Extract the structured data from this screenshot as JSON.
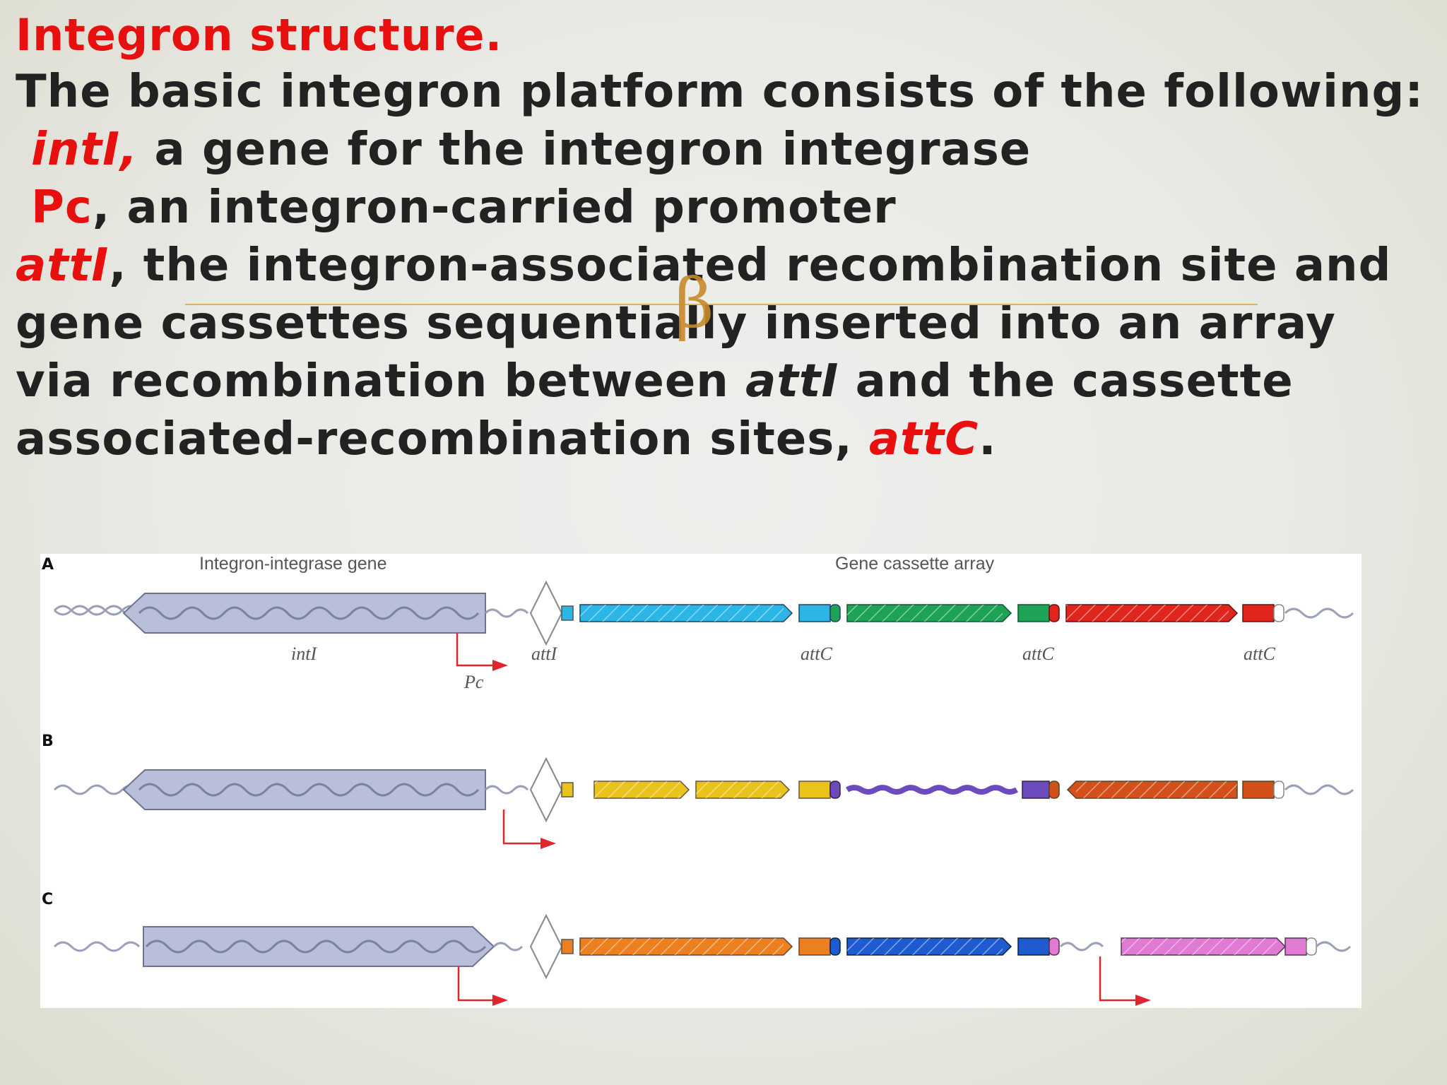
{
  "title": "Integron structure.",
  "lines": {
    "l1": "The basic integron platform consists of the following:",
    "l2_term": "intI,",
    "l2_rest": " a gene for the integron integrase",
    "l3_term": "Pc",
    "l3_rest": ", an integron-carried promoter",
    "l4_term": "attI",
    "l4_rest": ", the integron-associated recombination site  and",
    "l5": "gene cassettes sequentially inserted into an array",
    "l6_a": "via recombination between ",
    "l6_term": "attI",
    "l6_b": " and the cassette",
    "l7_a": "associated-recombination sites, ",
    "l7_term": "attC",
    "l7_b": "."
  },
  "figure": {
    "panels": [
      "A",
      "B",
      "C"
    ],
    "header_left": "Integron-integrase gene",
    "header_right": "Gene cassette array",
    "gene_label": "intI",
    "promoter_label": "Pc",
    "attI_label": "attI",
    "attC_labels": [
      "attC",
      "attC",
      "attC"
    ],
    "colors": {
      "integrase": "#b9bfd8",
      "a1": "#2bb6e6",
      "a2": "#1ea356",
      "a3": "#e0261c",
      "b1": "#e9c31c",
      "b2": "#e9c31c",
      "b3": "#6d4bbf",
      "b4": "#d4501a",
      "c1": "#ec7f1e",
      "c2": "#1e5bd0",
      "c3": "#e07ad2",
      "promoter": "#e0262d",
      "accent": "#e8100f",
      "divider": "#d6b36a"
    }
  }
}
